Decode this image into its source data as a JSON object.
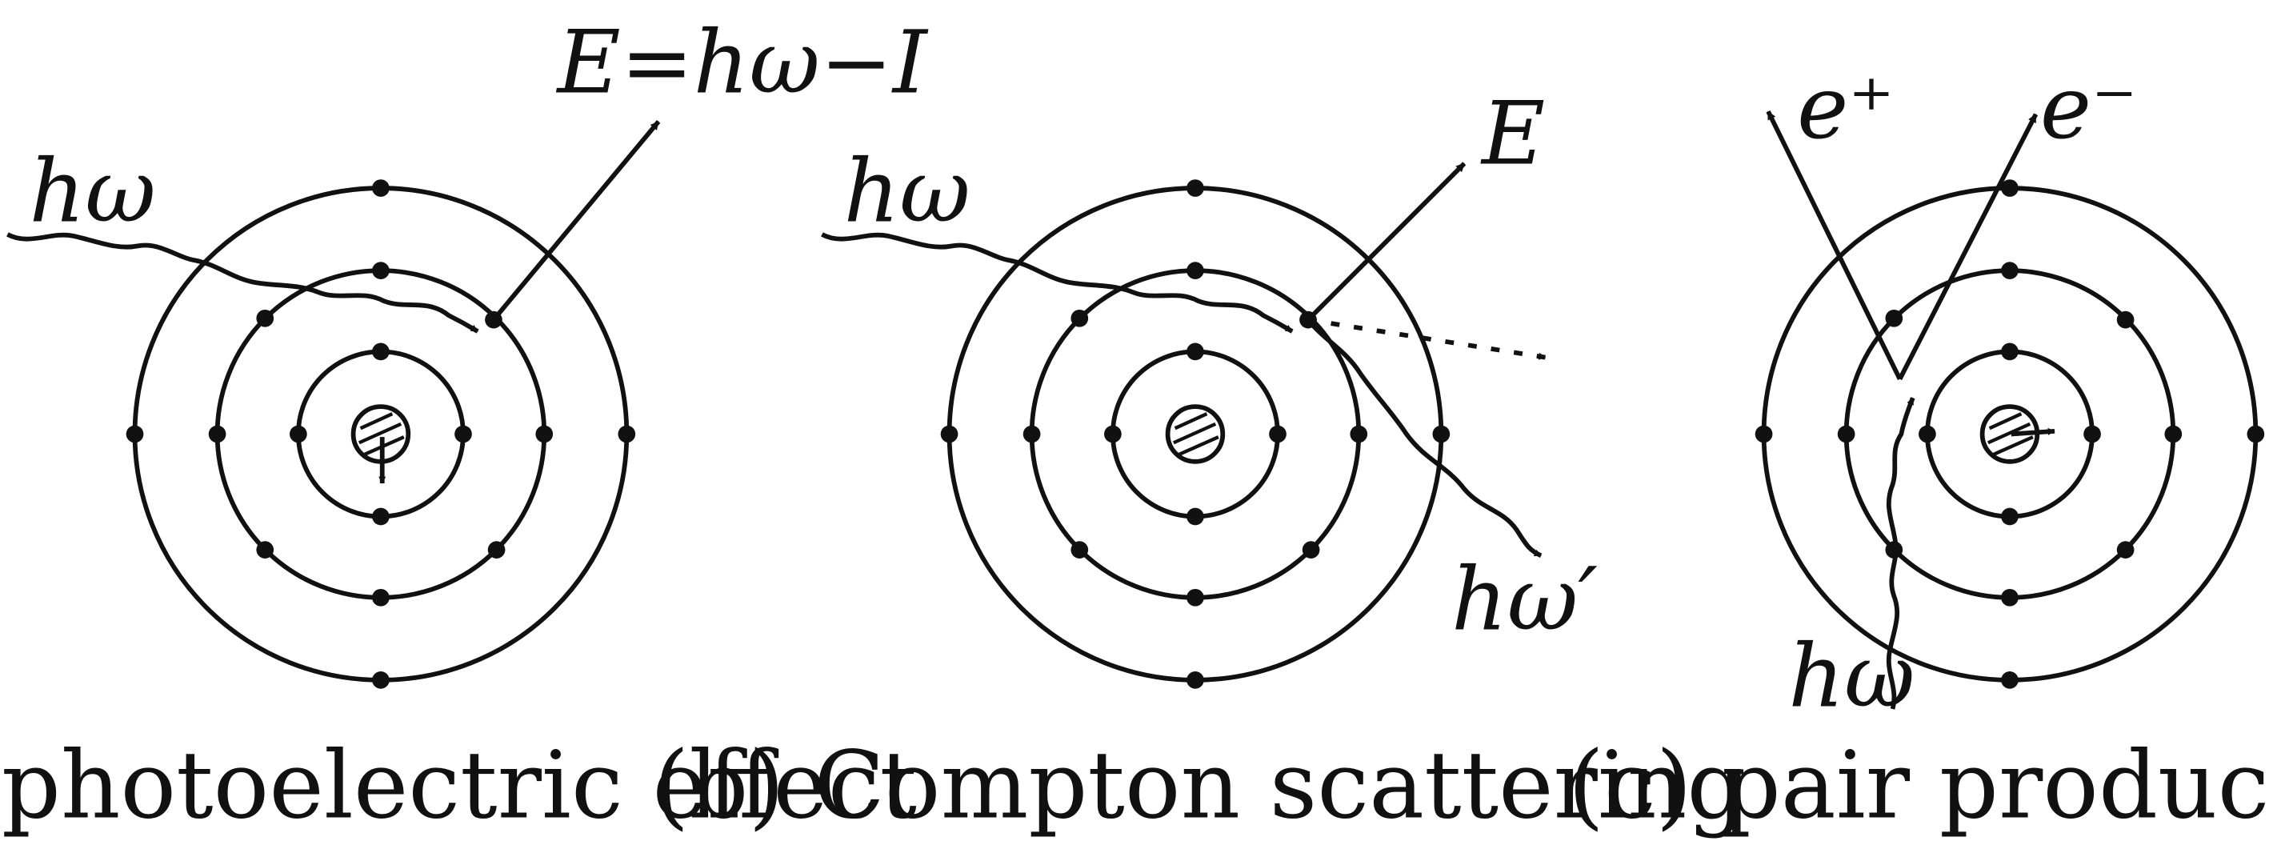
{
  "panels": [
    {
      "id": "a",
      "caption": "(a) photoelectric effect",
      "incoming_label": "hω",
      "outgoing_label": "E=hω−I"
    },
    {
      "id": "b",
      "caption": "(b) Compton scattering",
      "incoming_label": "hω",
      "outgoing_label": "E",
      "scattered_label": "hω′"
    },
    {
      "id": "c",
      "caption": "(c) pair production",
      "incoming_label": "hω",
      "positron_label": "e⁺",
      "electron_label": "e⁻"
    }
  ]
}
